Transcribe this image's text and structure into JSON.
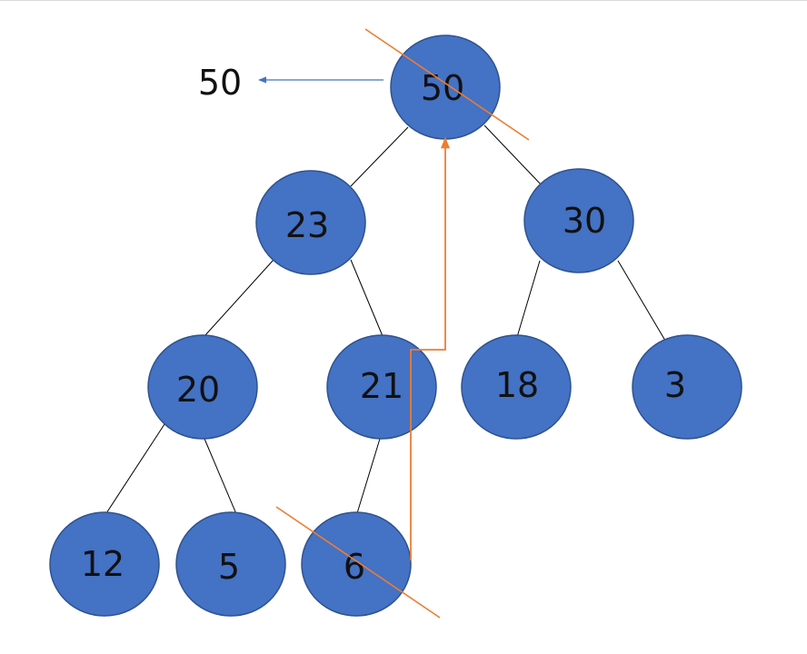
{
  "colors": {
    "node_fill": "#4472C4",
    "node_stroke": "#2F528F",
    "edge": "#000000",
    "highlight": "#ED7D31",
    "arrow": "#4472C4"
  },
  "extracted": {
    "value": "50"
  },
  "nodes": [
    {
      "id": "n50",
      "label": "50"
    },
    {
      "id": "n23",
      "label": "23"
    },
    {
      "id": "n30",
      "label": "30"
    },
    {
      "id": "n20",
      "label": "20"
    },
    {
      "id": "n21",
      "label": "21"
    },
    {
      "id": "n18",
      "label": "18"
    },
    {
      "id": "n3",
      "label": "3"
    },
    {
      "id": "n12",
      "label": "12"
    },
    {
      "id": "n5",
      "label": "5"
    },
    {
      "id": "n6",
      "label": "6"
    }
  ],
  "edges": [
    {
      "from": "n50",
      "to": "n23"
    },
    {
      "from": "n50",
      "to": "n30"
    },
    {
      "from": "n23",
      "to": "n20"
    },
    {
      "from": "n23",
      "to": "n21"
    },
    {
      "from": "n30",
      "to": "n18"
    },
    {
      "from": "n30",
      "to": "n3"
    },
    {
      "from": "n20",
      "to": "n12"
    },
    {
      "from": "n20",
      "to": "n5"
    },
    {
      "from": "n21",
      "to": "n6"
    }
  ],
  "struck_nodes": [
    "n50",
    "n6"
  ],
  "moved": {
    "from": "n6",
    "to": "n50"
  }
}
